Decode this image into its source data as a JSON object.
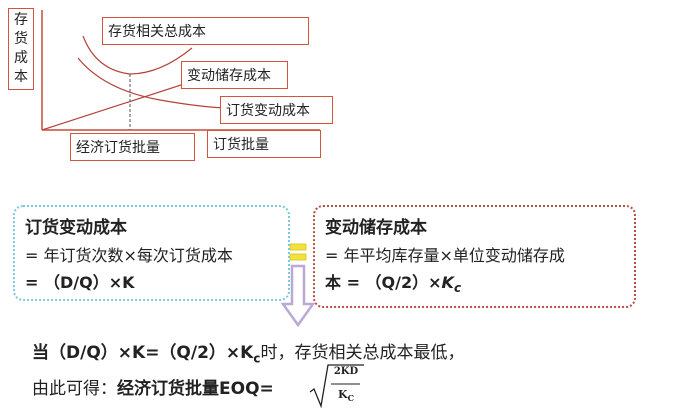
{
  "chart": {
    "y_axis_label": [
      "存",
      "货",
      "成",
      "本"
    ],
    "total_cost_label": "存货相关总成本",
    "holding_cost_label": "变动储存成本",
    "ordering_cost_label": "订货变动成本",
    "eoq_label": "经济订货批量",
    "x_axis_label": "订货批量"
  },
  "ordering_card": {
    "title": "订货变动成本",
    "line1": "= 年订货次数×每次订货成本",
    "line2": "= （D/Q）×K"
  },
  "holding_card": {
    "title": "变动储存成本",
    "line1": "= 年平均库存量×单位变动储存成",
    "line2_prefix": "本 = （Q/2）×",
    "line2_k": "K",
    "line2_sub": "c"
  },
  "conclusion": {
    "line1_a": "当（D/Q）×K=（Q/2）×K",
    "line1_sub": "c",
    "line1_b": "时，存货相关总成本最低，",
    "line2_prefix": "由此可得：",
    "line2_bold": "经济订货批量EOQ=",
    "formula_numerator": "2KD",
    "formula_denominator_k": "K",
    "formula_denominator_sub": "C"
  },
  "colors": {
    "box_border": "#d2553e",
    "curve": "#b5433a",
    "left_card_border": "#7ec8dc",
    "right_card_border": "#b7504a",
    "equals_icon": "#f2e23a",
    "arrow": "#b9a9d4"
  }
}
